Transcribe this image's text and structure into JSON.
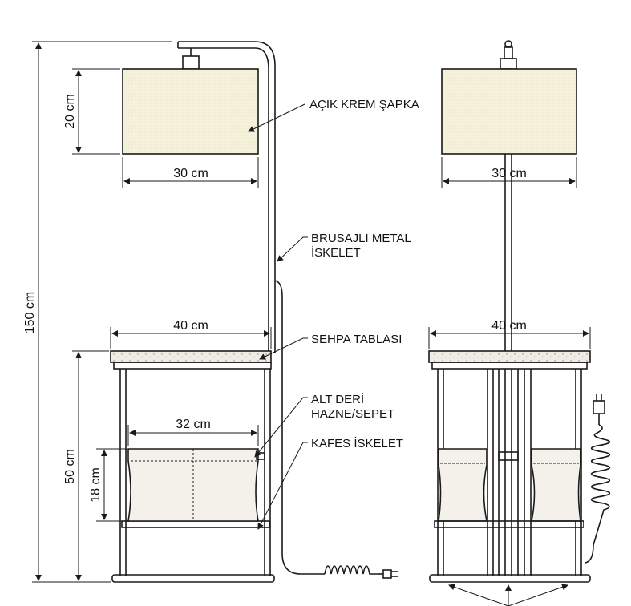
{
  "labels": {
    "shade": "AÇIK KREM ŞAPKA",
    "frame_line1": "BRUSAJLI METAL",
    "frame_line2": "İSKELET",
    "table_top": "SEHPA TABLASI",
    "basket_line1": "ALT DERİ",
    "basket_line2": "HAZNE/SEPET",
    "cage": "KAFES İSKELET"
  },
  "dimensions": {
    "total_height": "150 cm",
    "shade_height": "20 cm",
    "shade_width": "30 cm",
    "shade_width_front": "30 cm",
    "table_width": "40 cm",
    "table_width_front": "40 cm",
    "table_height": "50 cm",
    "basket_width": "32 cm",
    "basket_height": "18 cm"
  },
  "colors": {
    "shade_fill": "#f5f1da",
    "line": "#1a1a1a",
    "top_fill": "#ede9e2"
  }
}
